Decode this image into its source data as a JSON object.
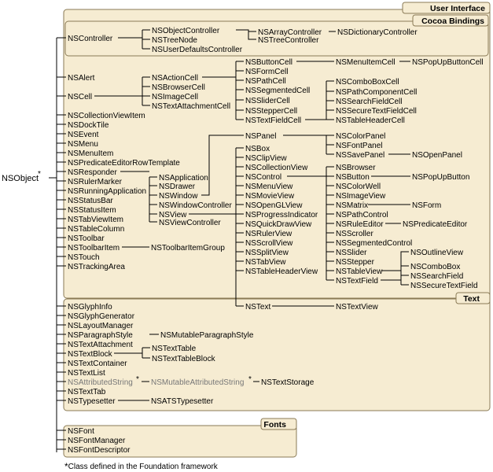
{
  "panels": {
    "user_interface": "User Interface",
    "cocoa_bindings": "Cocoa Bindings",
    "text": "Text",
    "fonts": "Fonts"
  },
  "root": "NSObject",
  "asterisk": "*",
  "classes": {
    "controller": "NSController",
    "object_controller": "NSObjectController",
    "tree_node": "NSTreeNode",
    "user_defaults_controller": "NSUserDefaultsController",
    "array_controller": "NSArrayController",
    "tree_controller": "NSTreeController",
    "dictionary_controller": "NSDictionaryController",
    "alert": "NSAlert",
    "cell": "NSCell",
    "action_cell": "NSActionCell",
    "browser_cell": "NSBrowserCell",
    "image_cell": "NSImageCell",
    "text_attachment_cell": "NSTextAttachmentCell",
    "button_cell": "NSButtonCell",
    "form_cell": "NSFormCell",
    "path_cell": "NSPathCell",
    "segmented_cell": "NSSegmentedCell",
    "slider_cell": "NSSliderCell",
    "stepper_cell": "NSStepperCell",
    "text_field_cell": "NSTextFieldCell",
    "menu_item_cell": "NSMenuItemCell",
    "popup_button_cell": "NSPopUpButtonCell",
    "combo_box_cell": "NSComboBoxCell",
    "path_component_cell": "NSPathComponentCell",
    "search_field_cell": "NSSearchFieldCell",
    "secure_text_field_cell": "NSSecureTextFieldCell",
    "table_header_cell": "NSTableHeaderCell",
    "collection_view_item": "NSCollectionViewItem",
    "dock_tile": "NSDockTile",
    "event": "NSEvent",
    "menu": "NSMenu",
    "menu_item": "NSMenuItem",
    "predicate_editor_row_template": "NSPredicateEditorRowTemplate",
    "responder": "NSResponder",
    "ruler_marker": "NSRulerMarker",
    "running_application": "NSRunningApplication",
    "status_bar": "NSStatusBar",
    "status_item": "NSStatusItem",
    "tab_view_item": "NSTabViewItem",
    "table_column": "NSTableColumn",
    "toolbar": "NSToolbar",
    "toolbar_item": "NSToolbarItem",
    "touch": "NSTouch",
    "tracking_area": "NSTrackingArea",
    "application": "NSApplication",
    "drawer": "NSDrawer",
    "window": "NSWindow",
    "window_controller": "NSWindowController",
    "view": "NSView",
    "view_controller": "NSViewController",
    "toolbar_item_group": "NSToolbarItemGroup",
    "panel": "NSPanel",
    "color_panel": "NSColorPanel",
    "font_panel": "NSFontPanel",
    "save_panel": "NSSavePanel",
    "open_panel": "NSOpenPanel",
    "box": "NSBox",
    "clip_view": "NSClipView",
    "collection_view": "NSCollectionView",
    "control": "NSControl",
    "menu_view": "NSMenuView",
    "movie_view": "NSMovieView",
    "opengl_view": "NSOpenGLView",
    "progress_indicator": "NSProgressIndicator",
    "quick_draw_view": "NSQuickDrawView",
    "ruler_view": "NSRulerView",
    "scroll_view": "NSScrollView",
    "split_view": "NSSplitView",
    "tab_view": "NSTabView",
    "table_header_view": "NSTableHeaderView",
    "browser": "NSBrowser",
    "button": "NSButton",
    "color_well": "NSColorWell",
    "image_view": "NSImageView",
    "matrix": "NSMatrix",
    "path_control": "NSPathControl",
    "rule_editor": "NSRuleEditor",
    "scroller": "NSScroller",
    "segmented_control": "NSSegmentedControl",
    "slider": "NSSlider",
    "stepper": "NSStepper",
    "table_view": "NSTableView",
    "text_field": "NSTextField",
    "popup_button": "NSPopUpButton",
    "form": "NSForm",
    "predicate_editor": "NSPredicateEditor",
    "outline_view": "NSOutlineView",
    "combo_box": "NSComboBox",
    "search_field": "NSSearchField",
    "secure_text_field": "NSSecureTextField",
    "text": "NSText",
    "text_view": "NSTextView",
    "glyph_info": "NSGlyphInfo",
    "glyph_generator": "NSGlyphGenerator",
    "layout_manager": "NSLayoutManager",
    "paragraph_style": "NSParagraphStyle",
    "mutable_paragraph_style": "NSMutableParagraphStyle",
    "text_attachment": "NSTextAttachment",
    "text_block": "NSTextBlock",
    "text_table": "NSTextTable",
    "text_table_block": "NSTextTableBlock",
    "text_container": "NSTextContainer",
    "text_list": "NSTextList",
    "attributed_string": "NSAttributedString",
    "mutable_attributed_string": "NSMutableAttributedString",
    "text_storage": "NSTextStorage",
    "text_tab": "NSTextTab",
    "typesetter": "NSTypesetter",
    "ats_typesetter": "NSATSTypesetter",
    "font": "NSFont",
    "font_manager": "NSFontManager",
    "font_descriptor": "NSFontDescriptor"
  },
  "footnote": {
    "mark": "*",
    "text": "Class defined in the Foundation framework"
  }
}
